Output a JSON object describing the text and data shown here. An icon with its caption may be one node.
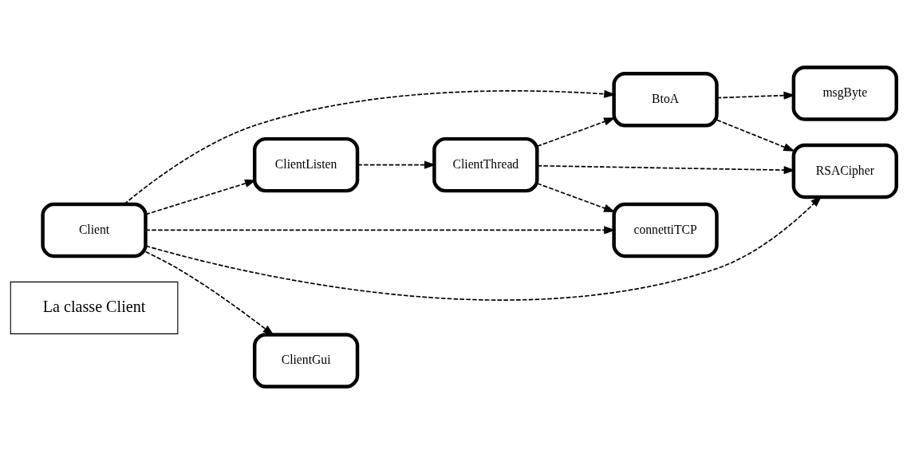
{
  "diagram": {
    "nodes": [
      {
        "text": [
          "La classe Client"
        ]
      },
      {
        "text": [
          "RSACipher"
        ]
      },
      {
        "text": [
          "msgByte"
        ]
      },
      {
        "text": [
          "BtoA"
        ]
      },
      {
        "text": [
          "Client"
        ]
      },
      {
        "text": [
          "ClientListen"
        ]
      },
      {
        "text": [
          "ClientThread"
        ]
      },
      {
        "text": [
          "ClientGui"
        ]
      },
      {
        "text": [
          "connettiTCP"
        ]
      }
    ],
    "edges": [
      {
        "from": 4,
        "to": 1,
        "arrow": "to",
        "style": "dashed"
      },
      {
        "from": 4,
        "to": 3,
        "arrow": "to",
        "style": "dashed"
      },
      {
        "from": 4,
        "to": 5,
        "arrow": "to",
        "style": "dashed"
      },
      {
        "from": 4,
        "to": 8,
        "arrow": "to",
        "style": "dashed"
      },
      {
        "from": 4,
        "to": 7,
        "arrow": "to",
        "style": "dashed"
      },
      {
        "from": 3,
        "to": 1,
        "arrow": "to",
        "style": "dashed"
      },
      {
        "from": 3,
        "to": 2,
        "arrow": "to",
        "style": "dashed"
      },
      {
        "from": 5,
        "to": 6,
        "arrow": "to",
        "style": "dashed"
      },
      {
        "from": 6,
        "to": 1,
        "arrow": "to",
        "style": "dashed"
      },
      {
        "from": 6,
        "to": 3,
        "arrow": "to",
        "style": "dashed"
      },
      {
        "from": 6,
        "to": 8,
        "arrow": "to",
        "style": "dashed"
      }
    ]
  }
}
